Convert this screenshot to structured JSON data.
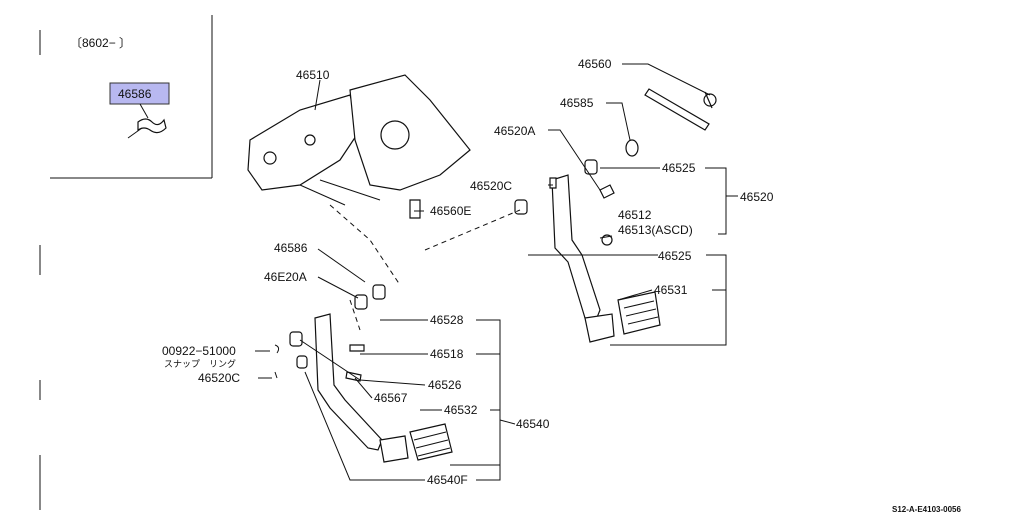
{
  "inset": {
    "date_range": "〔8602−        〕",
    "highlight_part": "46586",
    "highlight_color": "#b8b8f0"
  },
  "callouts": {
    "p46510": "46510",
    "p46560": "46560",
    "p46585": "46585",
    "p46520A_top": "46520A",
    "p46525_top": "46525",
    "p46520C_top": "46520C",
    "p46520": "46520",
    "p46560E": "46560E",
    "p46512": "46512",
    "p46513": "46513(ASCD)",
    "p46586": "46586",
    "p46525_mid": "46525",
    "p46E20A": "46E20A",
    "p46531": "46531",
    "p46528": "46528",
    "p00922": "00922−51000",
    "snap_ring": "スナップ　リング",
    "p46518": "46518",
    "p46520C_bot": "46520C",
    "p46526": "46526",
    "p46567": "46567",
    "p46532": "46532",
    "p46540": "46540",
    "p46540F": "46540F"
  },
  "footer": {
    "ref_code": "S12-A-E4103-0056"
  },
  "icons": [
    "pedal-bracket-icon",
    "clutch-pedal-icon",
    "brake-pedal-icon",
    "pedal-pad-icon",
    "bushing-icon",
    "bolt-icon",
    "pin-icon",
    "spring-icon"
  ]
}
